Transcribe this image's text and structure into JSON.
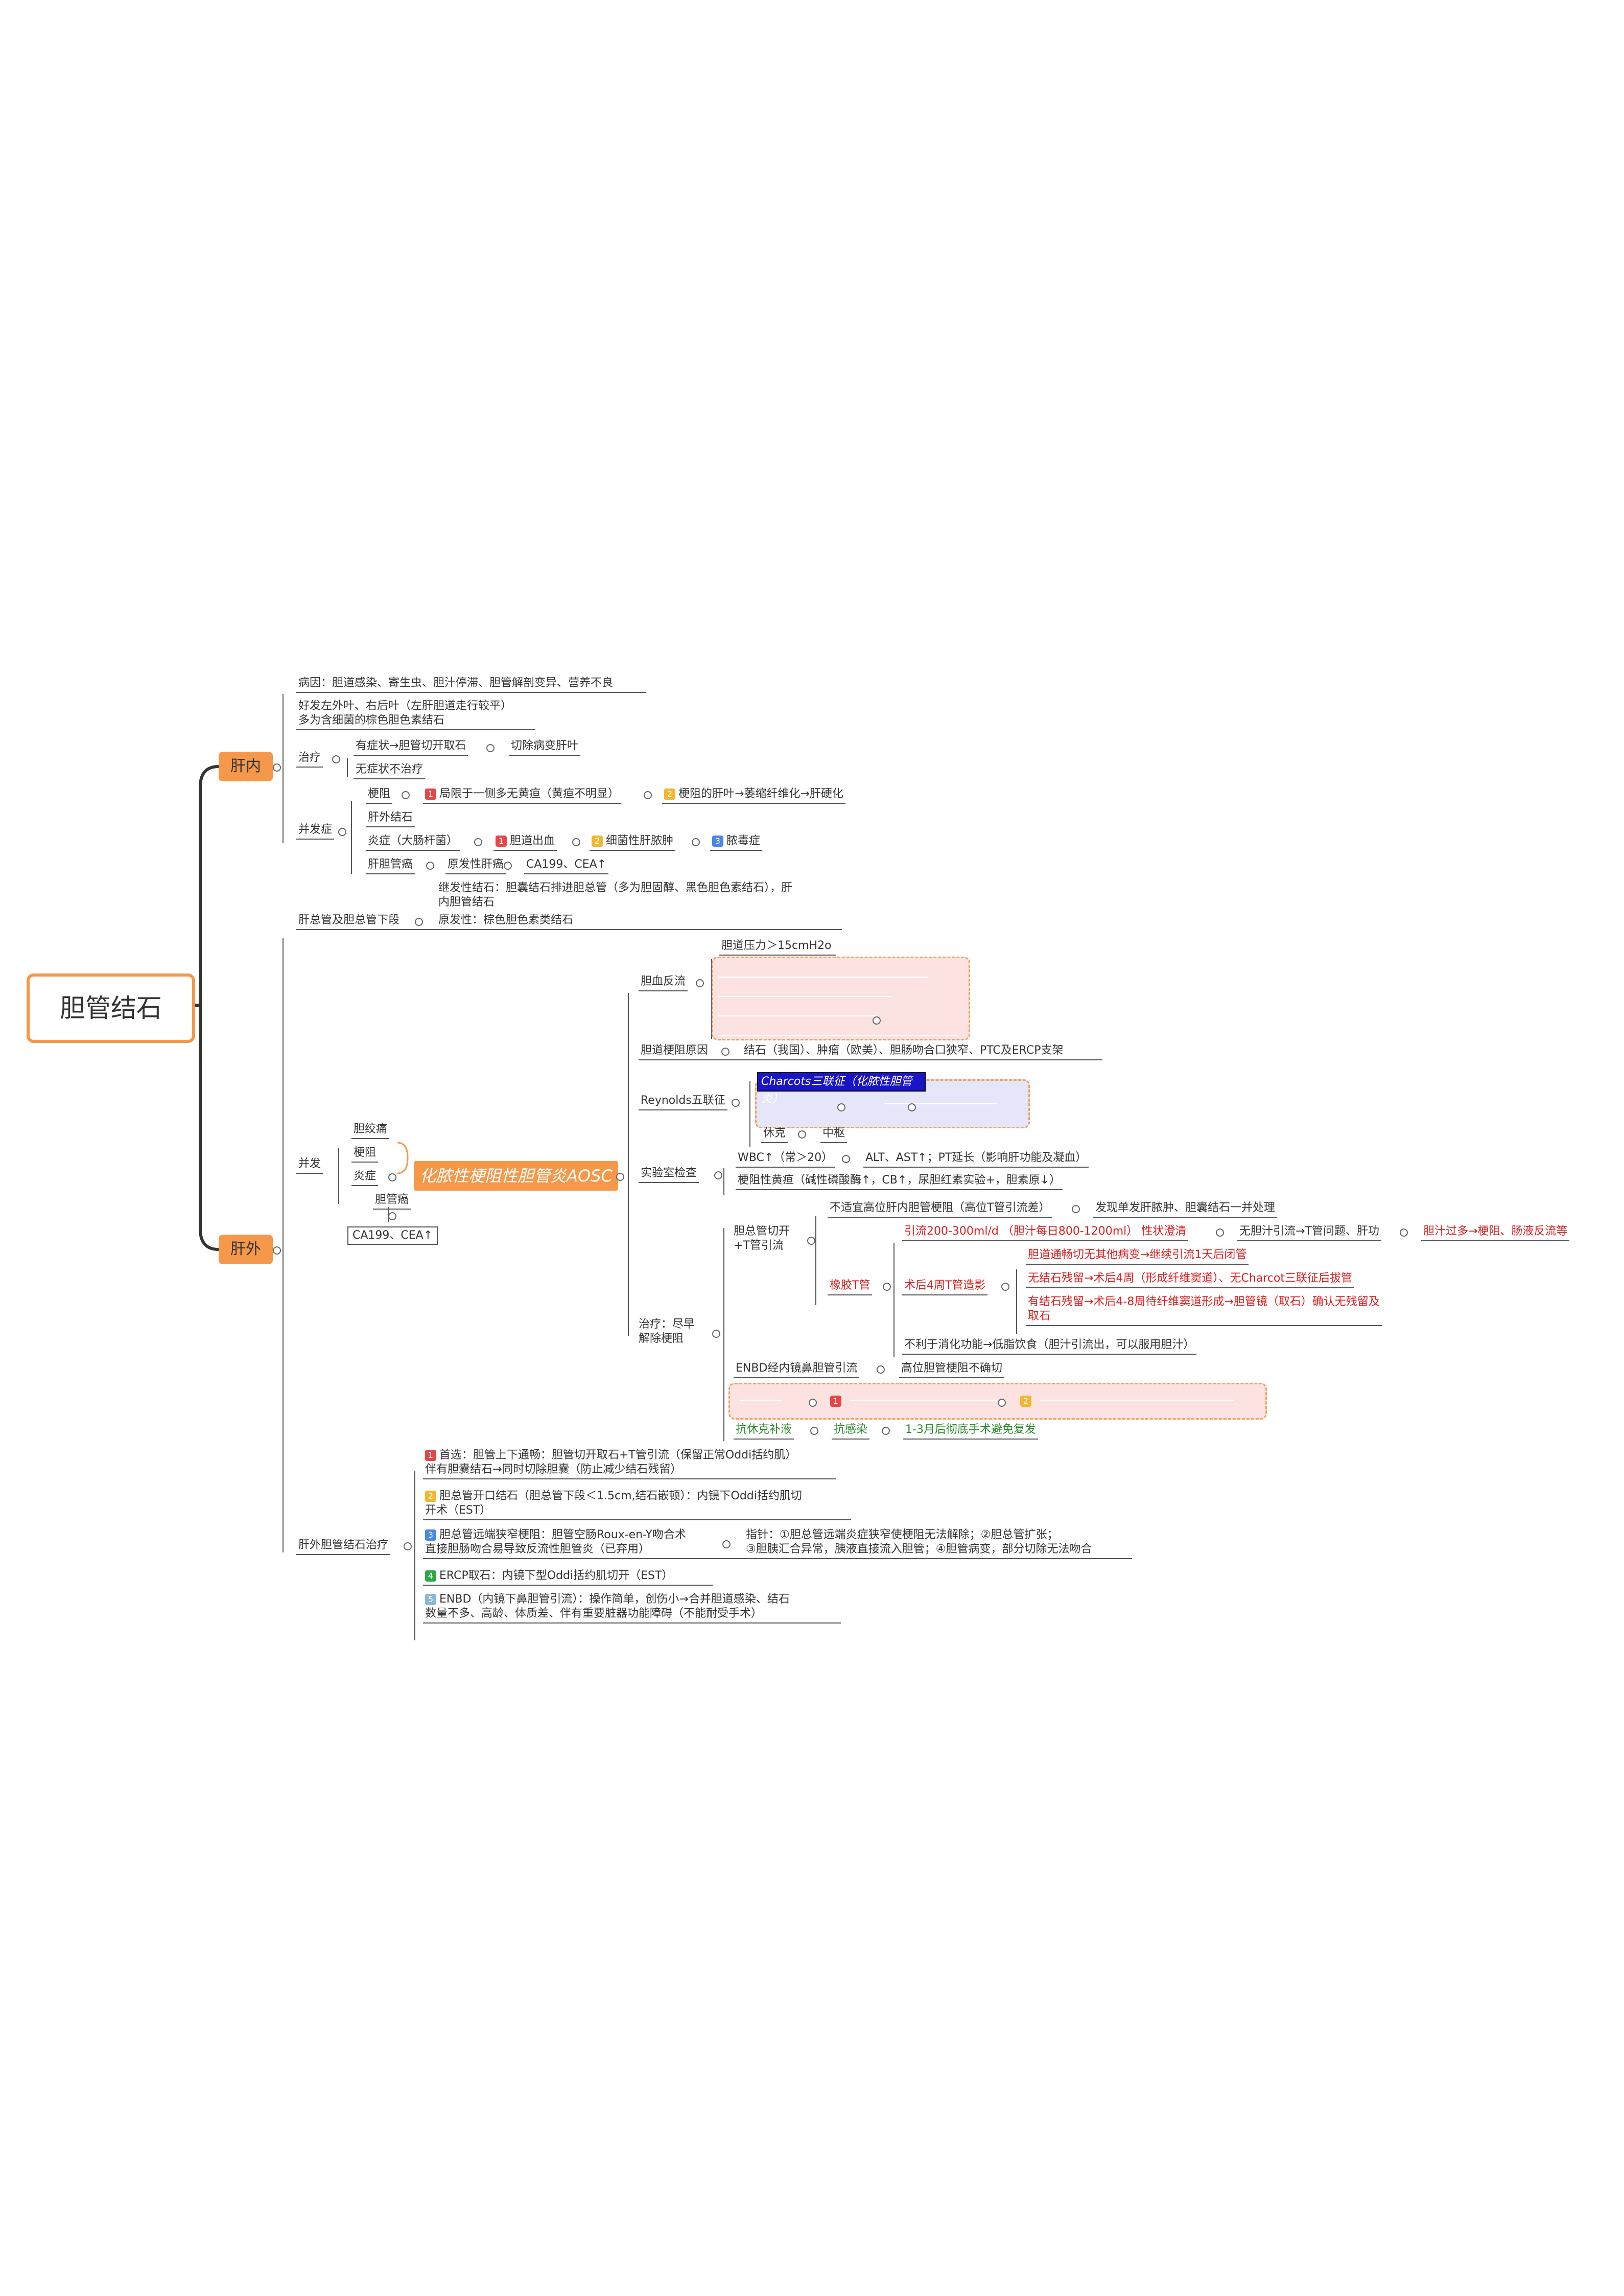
{
  "root": "胆管结石",
  "branches": {
    "liver_in": "肝内",
    "liver_out": "肝外"
  },
  "in": {
    "etiology": "病因：胆道感染、寄生虫、胆汁停滞、胆管解剖变异、营养不良",
    "site": "好发左外叶、右后叶（左肝胆道走行较平）\n多为含细菌的棕色胆色素结石",
    "tx": "治疗",
    "tx_sym": "有症状→胆管切开取石",
    "tx_sym2": "切除病变肝叶",
    "tx_asym": "无症状不治疗",
    "comp": "并发症",
    "obstruct": "梗阻",
    "obstruct1": "局限于一侧多无黄疸（黄疸不明显）",
    "obstruct2": "梗阻的肝叶→萎缩纤维化→肝硬化",
    "extra_stone": "肝外结石",
    "inflam": "炎症（大肠杆菌）",
    "inflam1": "胆道出血",
    "inflam2": "细菌性肝脓肿",
    "inflam3": "脓毒症",
    "cancer": "肝胆管癌",
    "cancer1": "原发性肝癌",
    "cancer2": "CA199、CEA↑"
  },
  "out": {
    "cbd": "肝总管及胆总管下段",
    "cbd_secondary": "继发性结石：胆囊结石排进胆总管（多为胆固醇、黑色胆色素结石），肝\n内胆管结石",
    "cbd_primary": "原发性：棕色胆色素类结石",
    "comp": "并发",
    "colic": "胆绞痛",
    "obstruct": "梗阻",
    "inflam": "炎症",
    "cancer": "胆管癌",
    "cancer_marker": "CA199、CEA↑",
    "aosc": "化脓性梗阻性胆管炎AOSC",
    "reflux": "胆血反流",
    "reflux1": "胆道压力＞15cmH2o",
    "obstruct_cause": "胆道梗阻原因",
    "obstruct_cause_detail": "结石（我国）、肿瘤（欧美）、胆肠吻合口狭窄、PTC及ERCP支架",
    "reynolds": "Reynolds五联征",
    "charcot": "Charcots三联征（化脓性胆管炎）",
    "shock": "休克",
    "cns": "中枢",
    "lab": "实验室检查",
    "lab1": "WBC↑（常＞20）",
    "lab2": "ALT、AST↑；PT延长（影响肝功能及凝血）",
    "lab3": "梗阻性黄疸（碱性磷酸酶↑，CB↑，尿胆红素实验+，胆素原↓）",
    "treat": "治疗：尽早\n解除梗阻",
    "cbd_open": "胆总管切开\n+T管引流",
    "not_suitable": "不适宜高位肝内胆管梗阻（高位T管引流差）",
    "not_suitable2": "发现单发肝脓肿、胆囊结石一并处理",
    "rubber_t": "橡胶T管",
    "drain": "引流200-300ml/d （胆汁每日800-1200ml） 性状澄清",
    "drain_none": "无胆汁引流→T管问题、肝功",
    "drain_much": "胆汁过多→梗阻、肠液反流等",
    "t4w": "术后4周T管造影",
    "t4w_1": "胆道通畅切无其他病变→继续引流1天后闭管",
    "t4w_2": "无结石残留→术后4周（形成纤维窦道）、无Charcot三联征后拔管",
    "t4w_3": "有结石残留→术后4-8周待纤维窦道形成→胆管镜（取石）确认无残留及\n取石",
    "bad_digest": "不利于消化功能→低脂饮食（胆汁引流出，可以服用胆汁）",
    "enbd": "ENBD经内镜鼻胆管引流",
    "enbd_note": "高位胆管梗阻不确切",
    "anti_shock": "抗休克补液",
    "anti_infect": "抗感染",
    "delay_surgery": "1-3月后彻底手术避免复发",
    "surgery": "肝外胆管结石治疗",
    "s1": "首选：胆管上下通畅：胆管切开取石+T管引流（保留正常Oddi括约肌）\n伴有胆囊结石→同时切除胆囊（防止减少结石残留）",
    "s2": "胆总管开口结石（胆总管下段＜1.5cm,结石嵌顿）：内镜下Oddi括约肌切\n开术（EST）",
    "s3": "胆总管远端狭窄梗阻：胆管空肠Roux-en-Y吻合术\n直接胆肠吻合易导致反流性胆管炎（已弃用）",
    "s3_ind": "指针：①胆总管远端炎症狭窄使梗阻无法解除；②胆总管扩张；\n③胆胰汇合异常，胰液直接流入胆管；④胆管病变，部分切除无法吻合",
    "s4": "ERCP取石：内镜下型Oddi括约肌切开（EST）",
    "s5": "ENBD（内镜下鼻胆管引流）：操作简单，创伤小→合并胆道感染、结石\n数量不多、高龄、体质差、伴有重要脏器功能障碍（不能耐受手术）"
  },
  "colors": {
    "accent": "#f5984a",
    "line": "#555555",
    "red": "#d62020",
    "green": "#2a8a2a",
    "charcot": "#1a14c8"
  }
}
